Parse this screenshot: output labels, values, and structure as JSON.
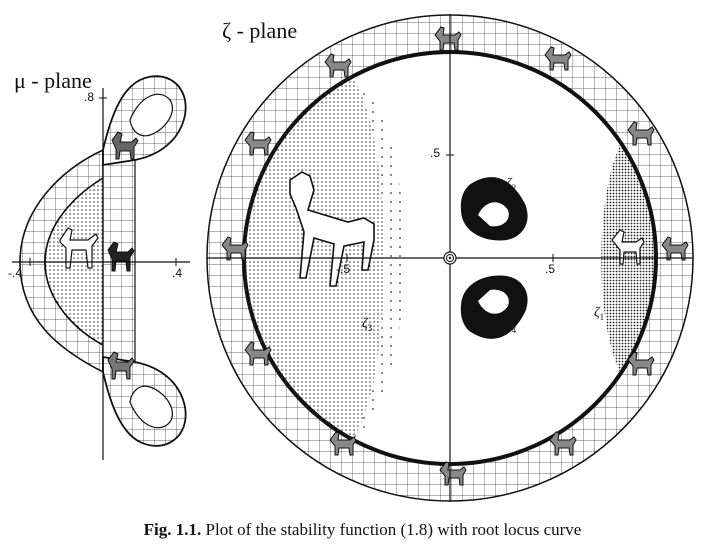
{
  "figure": {
    "mu_plane": {
      "title": "μ - plane",
      "ticks": {
        "y_top": ".8",
        "x_left": "-.4",
        "x_right": ".4"
      }
    },
    "zeta_plane": {
      "title": "ζ - plane",
      "ticks": {
        "y_top": ".5",
        "x_left": "-.5",
        "x_right": ".5"
      },
      "roots": [
        {
          "symbol": "ζ",
          "index": "1"
        },
        {
          "symbol": "ζ",
          "index": "2"
        },
        {
          "symbol": "ζ",
          "index": "3"
        },
        {
          "symbol": "ζ",
          "index": "4"
        }
      ]
    },
    "caption": {
      "label": "Fig. 1.1.",
      "text": " Plot of the stability function (1.8) with root locus curve"
    }
  }
}
